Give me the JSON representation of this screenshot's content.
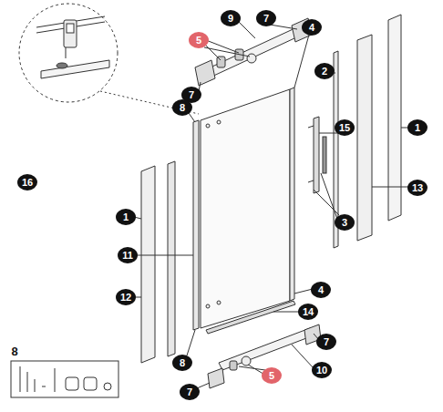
{
  "diagram": {
    "labels": [
      "16",
      "9",
      "7",
      "5",
      "4",
      "7",
      "8",
      "2",
      "15",
      "1",
      "13",
      "3",
      "1",
      "11",
      "12",
      "4",
      "14",
      "8",
      "7",
      "5",
      "10",
      "7",
      "8"
    ]
  }
}
